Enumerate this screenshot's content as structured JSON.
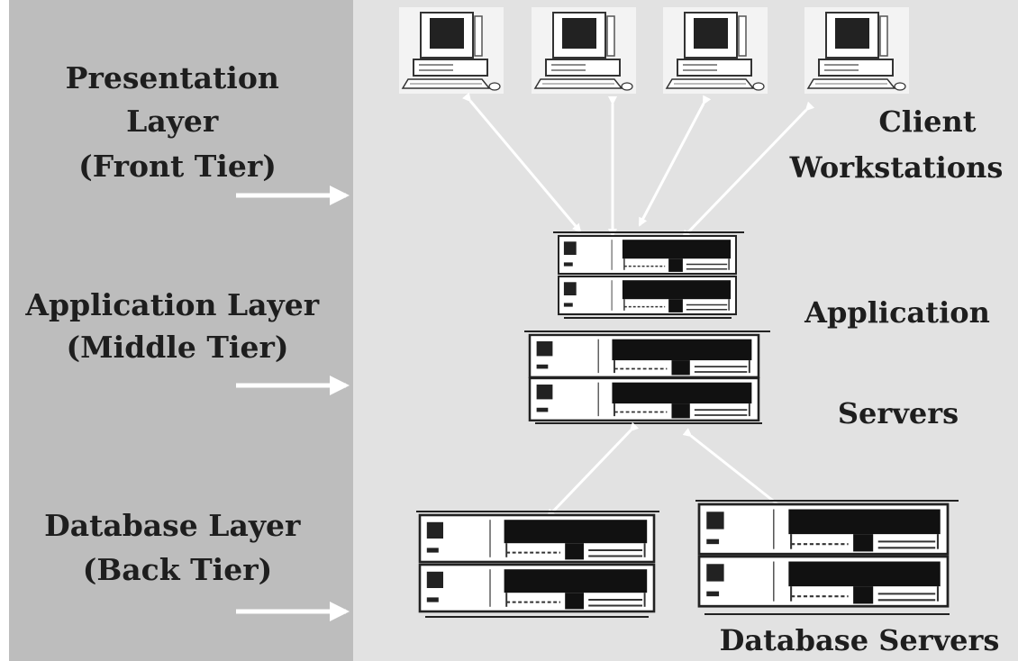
{
  "colors": {
    "left_band": "#bdbdbd",
    "right_band": "#e2e2e2",
    "ink": "#1e1e1e",
    "arrow": "#ffffff"
  },
  "layers": [
    {
      "lines": [
        "Presentation",
        "Layer",
        "(Front Tier)"
      ]
    },
    {
      "lines": [
        "Application Layer",
        "(Middle Tier)"
      ]
    },
    {
      "lines": [
        "Database Layer",
        "(Back Tier)"
      ]
    }
  ],
  "labels": {
    "clients": [
      "Client",
      "Workstations"
    ],
    "app_servers_1": "Application",
    "app_servers_2": "Servers",
    "db_servers": "Database Servers"
  },
  "icons": {
    "workstation": "desktop-computer-icon",
    "server": "rack-server-icon"
  },
  "counts": {
    "workstations": 4,
    "application_servers": 2,
    "database_servers": 2
  }
}
